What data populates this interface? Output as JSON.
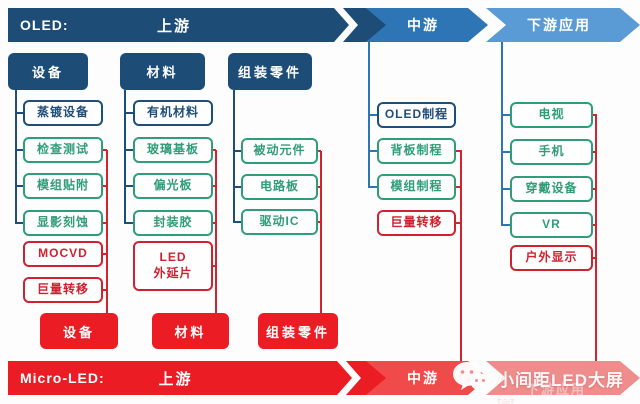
{
  "top_flow": {
    "prefix": "OLED:",
    "upstream": "上游",
    "midstream": "中游",
    "downstream": "下游应用"
  },
  "bottom_flow": {
    "prefix": "Micro-LED:",
    "upstream": "上游",
    "midstream": "中游",
    "downstream": "下游应用"
  },
  "upstream_columns": [
    {
      "header": "设备",
      "items": [
        "蒸镀设备",
        "检查测试",
        "模组贴附",
        "显影刻蚀",
        "MOCVD",
        "巨量转移"
      ],
      "footer": "设备"
    },
    {
      "header": "材料",
      "items": [
        "有机材料",
        "玻璃基板",
        "偏光板",
        "封装胶",
        "LED",
        "外延片"
      ],
      "footer": "材料"
    },
    {
      "header": "组装零件",
      "items": [
        "被动元件",
        "电路板",
        "驱动IC"
      ],
      "footer": "组装零件"
    }
  ],
  "midstream_items": [
    "OLED制程",
    "背板制程",
    "模组制程",
    "巨量转移"
  ],
  "downstream_items": [
    "电视",
    "手机",
    "穿戴设备",
    "VR",
    "户外显示"
  ],
  "watermark": {
    "icon": "wechat-icon",
    "text": "小间距LED大屏幕"
  },
  "colors": {
    "oled_navy": "#1d4d77",
    "mid_blue": "#2e75b6",
    "light_blue": "#5b9bd5",
    "shared_green": "#2f9e78",
    "micro_red_fill": "#ec1c24",
    "micro_red_line": "#cf2130",
    "bottom_mid_red": "#f04a4a",
    "bottom_light_red": "#ef8d8d"
  }
}
